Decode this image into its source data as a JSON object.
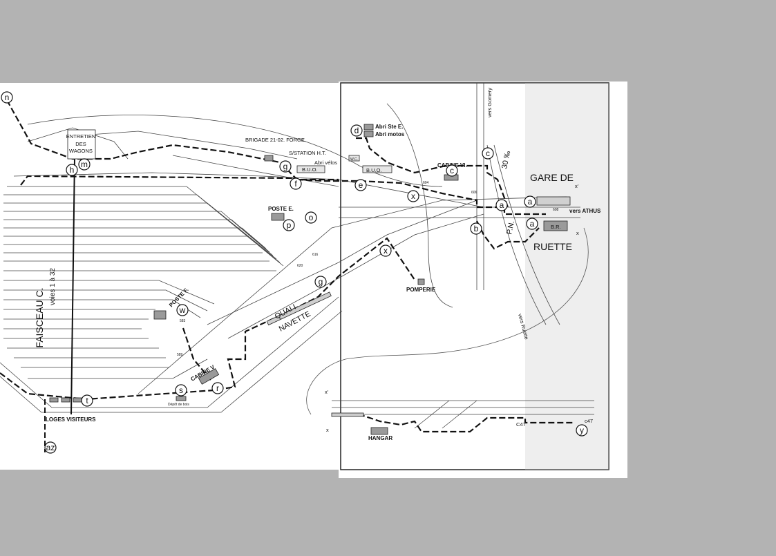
{
  "plan": {
    "station_name_line1": "GARE DE",
    "station_name_line2": "RUETTE",
    "faisceau_title": "FAISCEAU C.",
    "faisceau_tracks": "voies 1 à 32",
    "labels": {
      "entretien_line1": "ENTRETIEN",
      "entretien_line2": "DES",
      "entretien_line3": "WAGONS",
      "brigade": "BRIGADE 21-02. FORGE.",
      "station_ht": "S/STATION H.T.",
      "abri_velos": "Abri vélos",
      "buo_1": "B.U.O.",
      "buo_2": "B.U.O.",
      "wc": "W.C.",
      "abri_ste": "Abri Ste E.",
      "abri_motos": "Abri motos",
      "poste_e": "POSTE E.",
      "poste_f": "POSTE F.",
      "cabine_v": "CABINE V",
      "cabine_vi": "CABINE VI.",
      "quai": "QUAI I",
      "navette": "NAVETTE",
      "loges": "LOGES VISITEURS",
      "depot": "Dépôt de bois",
      "pomperie": "POMPERIE",
      "hangar": "HANGAR",
      "vers_gomery": "vers Gomery",
      "vers_athus": "vers ATHUS",
      "vers_ruette": "vers Ruette",
      "pn": "P.N.",
      "gradient": "30 ‰",
      "br": "B.R.",
      "c47_a": "C47",
      "c47_b": "c47",
      "x_prime_1": "x'",
      "x_1": "x",
      "x_prime_2": "x'",
      "x_2": "x",
      "nr_620": "620",
      "nr_616": "616",
      "nr_589": "589",
      "nr_583": "583",
      "nr_604": "604",
      "nr_606": "606",
      "nr_608": "608"
    },
    "markers": [
      "n",
      "h",
      "m",
      "g",
      "f",
      "o",
      "p",
      "d",
      "e",
      "c",
      "x",
      "a",
      "a",
      "a",
      "b",
      "c",
      "x",
      "g",
      "w",
      "s",
      "r",
      "t",
      "az",
      "y"
    ]
  }
}
